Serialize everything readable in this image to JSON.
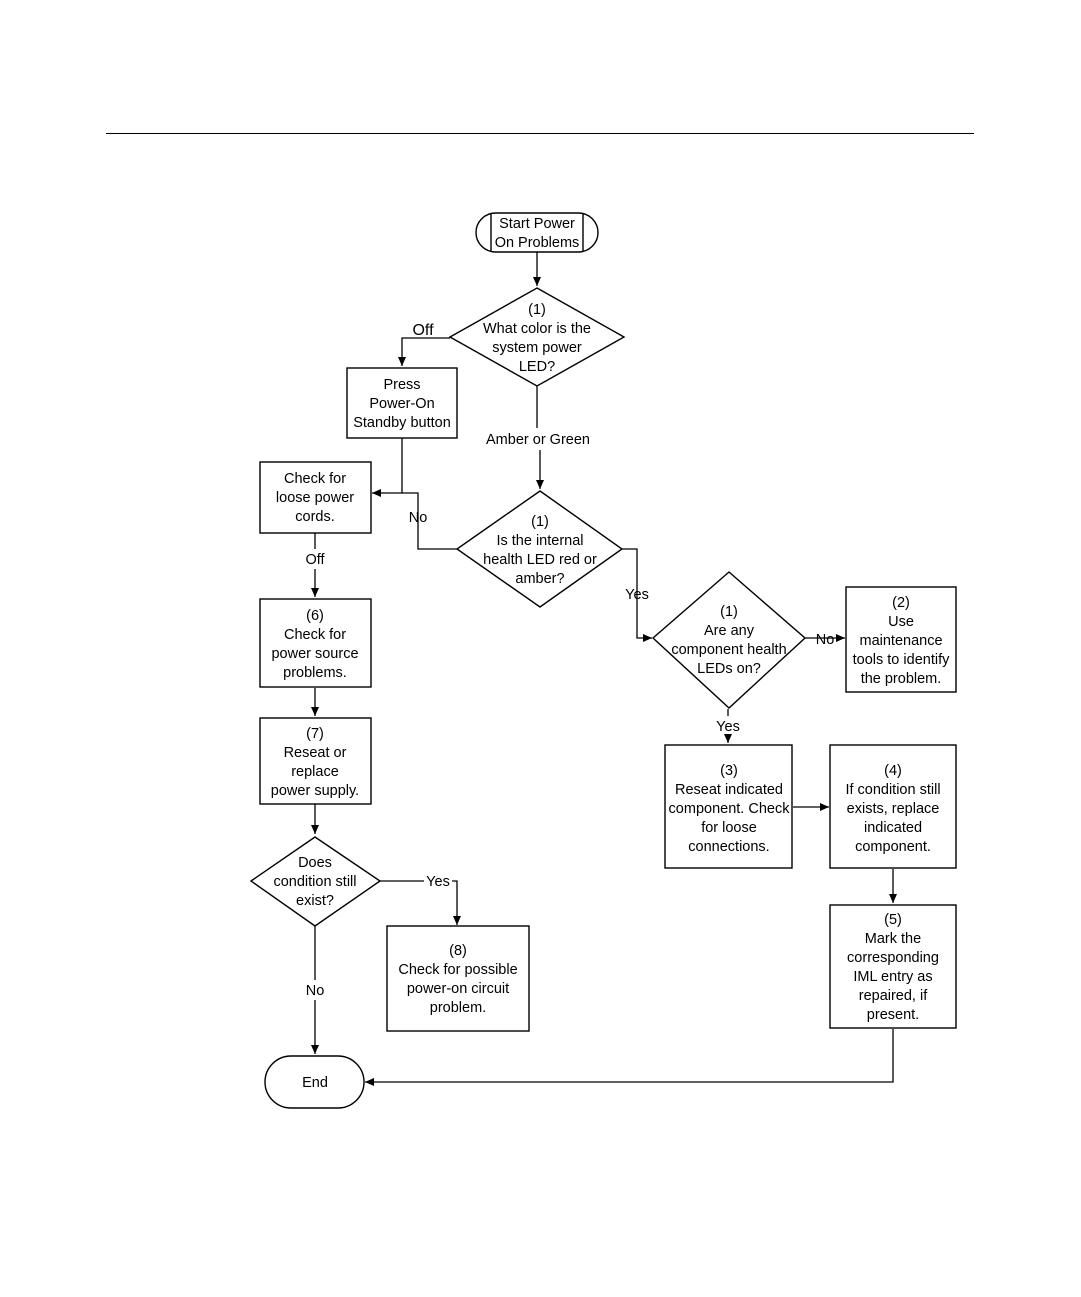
{
  "nodes": {
    "start": [
      "Start Power",
      "On Problems"
    ],
    "q_led_color": [
      "(1)",
      "What color is the",
      "system power",
      "LED?"
    ],
    "press_power": [
      "Press",
      "Power-On",
      "Standby button"
    ],
    "check_cords": [
      "Check for",
      "loose power",
      "cords."
    ],
    "q_internal_health": [
      "(1)",
      "Is the internal",
      "health LED red or",
      "amber?"
    ],
    "q_component_leds": [
      "(1)",
      "Are any",
      "component health",
      "LEDs on?"
    ],
    "maintenance_tools": [
      "(2)",
      "Use",
      "maintenance",
      "tools to identify",
      "the problem."
    ],
    "check_power_source": [
      "(6)",
      "Check for",
      "power source",
      "problems."
    ],
    "reseat_component": [
      "(3)",
      "Reseat indicated",
      "component. Check",
      "for loose",
      "connections."
    ],
    "replace_component": [
      "(4)",
      "If condition still",
      "exists, replace",
      "indicated",
      "component."
    ],
    "reseat_power_supply": [
      "(7)",
      "Reseat or",
      "replace",
      "power supply."
    ],
    "mark_iml": [
      "(5)",
      "Mark the",
      "corresponding",
      "IML entry as",
      "repaired, if",
      "present."
    ],
    "q_condition_exists": [
      "Does",
      "condition still",
      "exist?"
    ],
    "check_circuit": [
      "(8)",
      "Check for possible",
      "power-on circuit",
      "problem."
    ],
    "end": [
      "End"
    ]
  },
  "edge_labels": {
    "off_top": "Off",
    "amber_green": "Amber or Green",
    "no_internal": "No",
    "off_cords": "Off",
    "yes_internal": "Yes",
    "no_component": "No",
    "yes_component": "Yes",
    "yes_condition": "Yes",
    "no_condition": "No"
  }
}
